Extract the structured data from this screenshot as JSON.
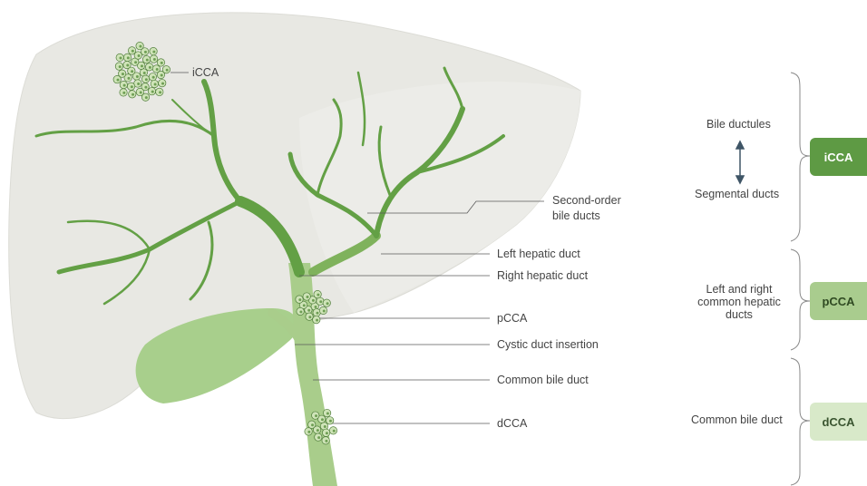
{
  "anatomy_labels": {
    "icca_tumor": "iCCA",
    "second_order": [
      "Second-order",
      "bile ducts"
    ],
    "left_hepatic": "Left hepatic duct",
    "right_hepatic": "Right hepatic duct",
    "pcca_tumor": "pCCA",
    "cystic_insertion": "Cystic duct insertion",
    "common_bile_duct": "Common bile duct",
    "dcca_tumor": "dCCA"
  },
  "classification": [
    {
      "region_top": "Bile ductules",
      "region_bottom": "Segmental ducts",
      "box": "iCCA",
      "color": "#5e9a44",
      "text_color": "#ffffff"
    },
    {
      "region_lines": [
        "Left and right",
        "common hepatic",
        "ducts"
      ],
      "box": "pCCA",
      "color": "#a9cc8e",
      "text_color": "#2f4a22"
    },
    {
      "region_single": "Common bile duct",
      "box": "dCCA",
      "color": "#d8e9c9",
      "text_color": "#3a5530"
    }
  ],
  "colors": {
    "liver": "#e7e7e2",
    "duct": "#63a045",
    "duct_light": "#a9cd8b",
    "gallbladder": "#a8cf8c",
    "tumor_cells": "#cfe4b8",
    "tumor_nucleus": "#6f9f55"
  }
}
